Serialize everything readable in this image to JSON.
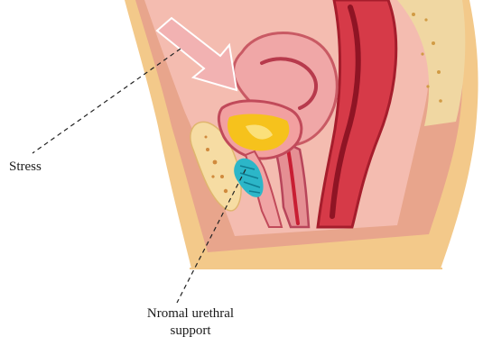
{
  "labels": {
    "stress": "Stress",
    "support_line1": "Nromal urethral",
    "support_line2": "support"
  },
  "colors": {
    "skin": "#f3c98a",
    "tissue_outer": "#e8a58c",
    "uterus": "#f0a7a7",
    "vagina_canal": "#c81e33",
    "rectum": "#d63a48",
    "bladder_fill": "#f6c21c",
    "urethral_support": "#2cb6c8",
    "stress_arrow": "#f2b2b2"
  }
}
